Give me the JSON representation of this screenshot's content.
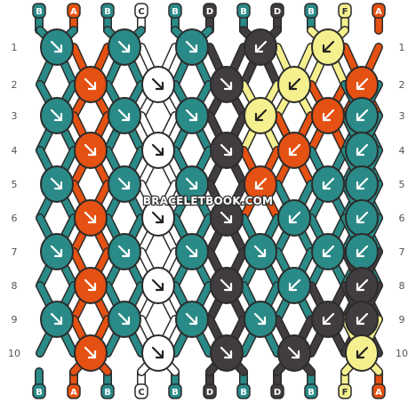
{
  "watermark": "BRACELETBOOK.COM",
  "rows": [
    "1",
    "2",
    "3",
    "4",
    "5",
    "6",
    "7",
    "8",
    "9",
    "10"
  ],
  "colors": {
    "B": "#2a8a87",
    "A": "#e45112",
    "C": "#ffffff",
    "D": "#413c40",
    "F": "#f5f08e"
  },
  "top_strings": [
    "B",
    "A",
    "B",
    "C",
    "B",
    "D",
    "B",
    "D",
    "B",
    "F",
    "A"
  ],
  "bottom_strings": [
    "B",
    "A",
    "B",
    "C",
    "B",
    "D",
    "B",
    "D",
    "B",
    "F",
    "A"
  ],
  "knots": [
    [
      "B",
      "B",
      "B",
      "D",
      "F"
    ],
    [
      "A",
      "C",
      "D",
      "F",
      "A"
    ],
    [
      "B",
      "B",
      "B",
      "F",
      "A",
      "B"
    ],
    [
      "A",
      "C",
      "D",
      "A",
      "B"
    ],
    [
      "B",
      "B",
      "B",
      "A",
      "B",
      "B"
    ],
    [
      "A",
      "C",
      "D",
      "B",
      "B"
    ],
    [
      "B",
      "B",
      "B",
      "B",
      "B",
      "B"
    ],
    [
      "A",
      "C",
      "D",
      "B",
      "D"
    ],
    [
      "B",
      "B",
      "B",
      "B",
      "D",
      "D"
    ],
    [
      "A",
      "C",
      "D",
      "D",
      "F"
    ]
  ],
  "arrows": [
    [
      "right-down",
      "right-down",
      "right-down",
      "left-down",
      "left-down"
    ],
    [
      "right-down",
      "right-down",
      "right-down",
      "left-down",
      "left-down"
    ],
    [
      "right-down",
      "right-down",
      "right-down",
      "left-down",
      "left-down",
      "left-down"
    ],
    [
      "right-down",
      "right-down",
      "right-down",
      "left-down",
      "left-down"
    ],
    [
      "right-down",
      "right-down",
      "right-down",
      "left-down",
      "left-down",
      "left-down"
    ],
    [
      "right-down",
      "right-down",
      "right-down",
      "left-down",
      "left-down"
    ],
    [
      "right-down",
      "right-down",
      "right-down",
      "right-down",
      "left-down",
      "left-down"
    ],
    [
      "right-down",
      "right-down",
      "right-down",
      "left-down",
      "left-down"
    ],
    [
      "right-down",
      "right-down",
      "right-down",
      "right-down",
      "left-down",
      "left-down"
    ],
    [
      "right-down",
      "right-down",
      "right-down",
      "right-down",
      "left-down"
    ]
  ]
}
